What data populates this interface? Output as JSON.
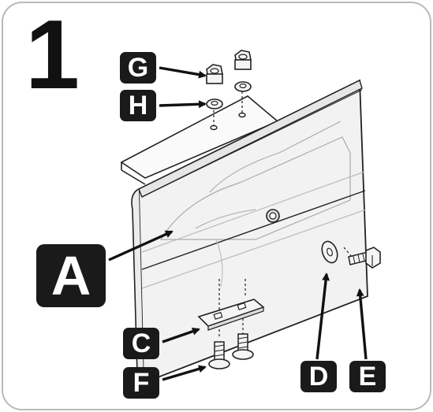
{
  "step": {
    "number": "1"
  },
  "labels": {
    "a": "A",
    "c": "C",
    "d": "D",
    "e": "E",
    "f": "F",
    "g": "G",
    "h": "H"
  },
  "colors": {
    "frame_border": "#b9b9b9",
    "label_background": "#1a1a1a",
    "label_text": "#ffffff",
    "line_art": "#222222",
    "panel_fill": "#f2f2f2"
  }
}
